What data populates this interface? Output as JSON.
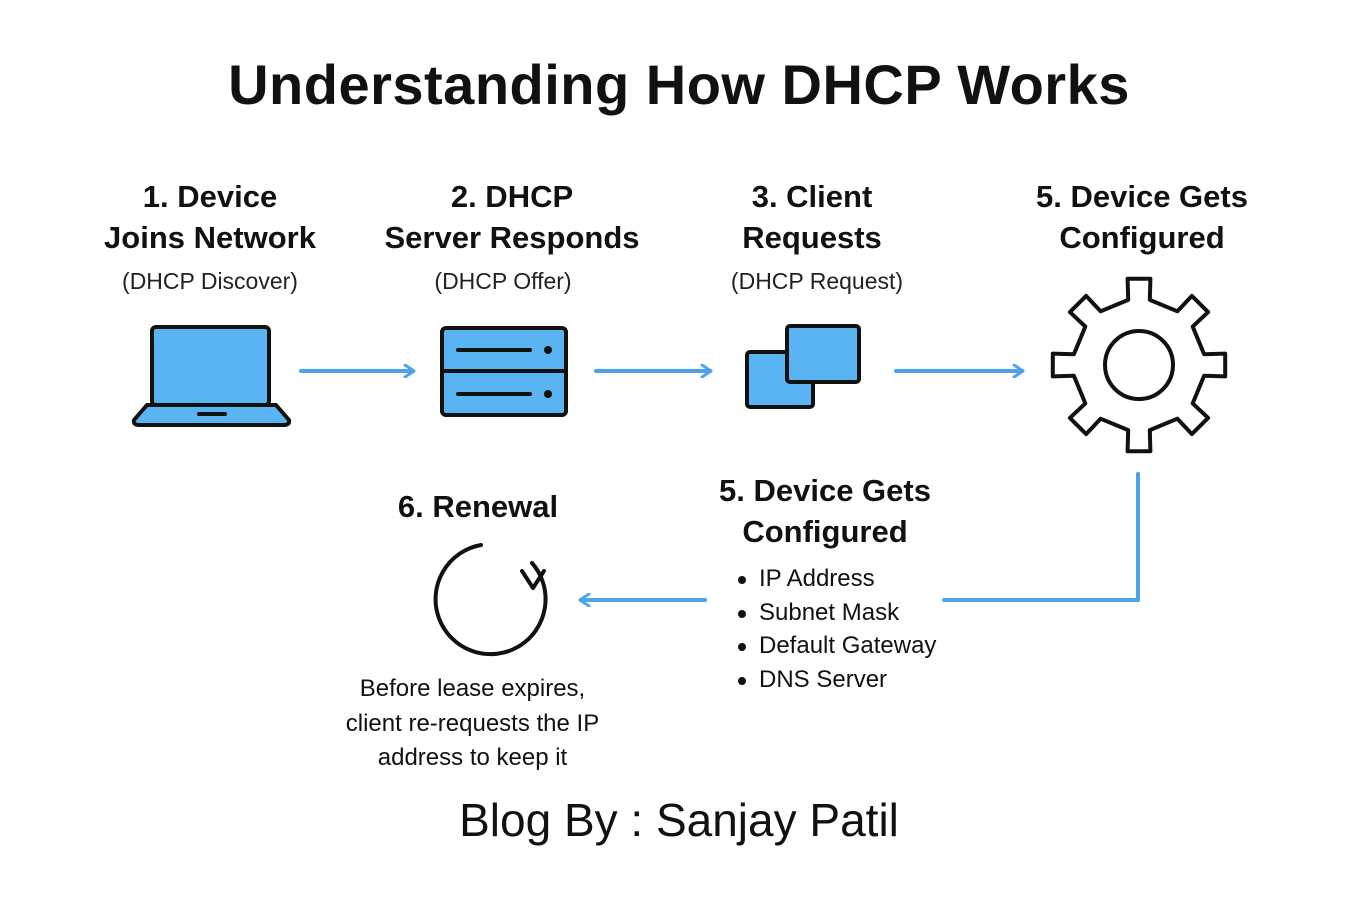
{
  "title": "Understanding How DHCP Works",
  "colors": {
    "accent": "#4da3ea",
    "icon_fill": "#5bb4f2",
    "outline": "#111111"
  },
  "steps": [
    {
      "line1": "1. Device",
      "line2": "Joins Network",
      "sub": "(DHCP Discover)",
      "icon": "laptop-icon"
    },
    {
      "line1": "2. DHCP",
      "line2": "Server Responds",
      "sub": "(DHCP Offer)",
      "icon": "server-icon"
    },
    {
      "line1": "3. Client",
      "line2": "Requests",
      "sub": "(DHCP Request)",
      "icon": "windows-icon"
    },
    {
      "line1": "5. Device Gets",
      "line2": "Configured",
      "icon": "gear-icon"
    }
  ],
  "configured": {
    "line1": "5. Device Gets",
    "line2": "Configured",
    "items": [
      "IP Address",
      "Subnet Mask",
      "Default Gateway",
      "DNS Server"
    ]
  },
  "renewal": {
    "title": "6. Renewal",
    "icon": "refresh-icon",
    "desc_lines": [
      "Before lease expires,",
      "client re-requests the IP",
      "address to keep it"
    ]
  },
  "footer": "Blog By : Sanjay Patil"
}
